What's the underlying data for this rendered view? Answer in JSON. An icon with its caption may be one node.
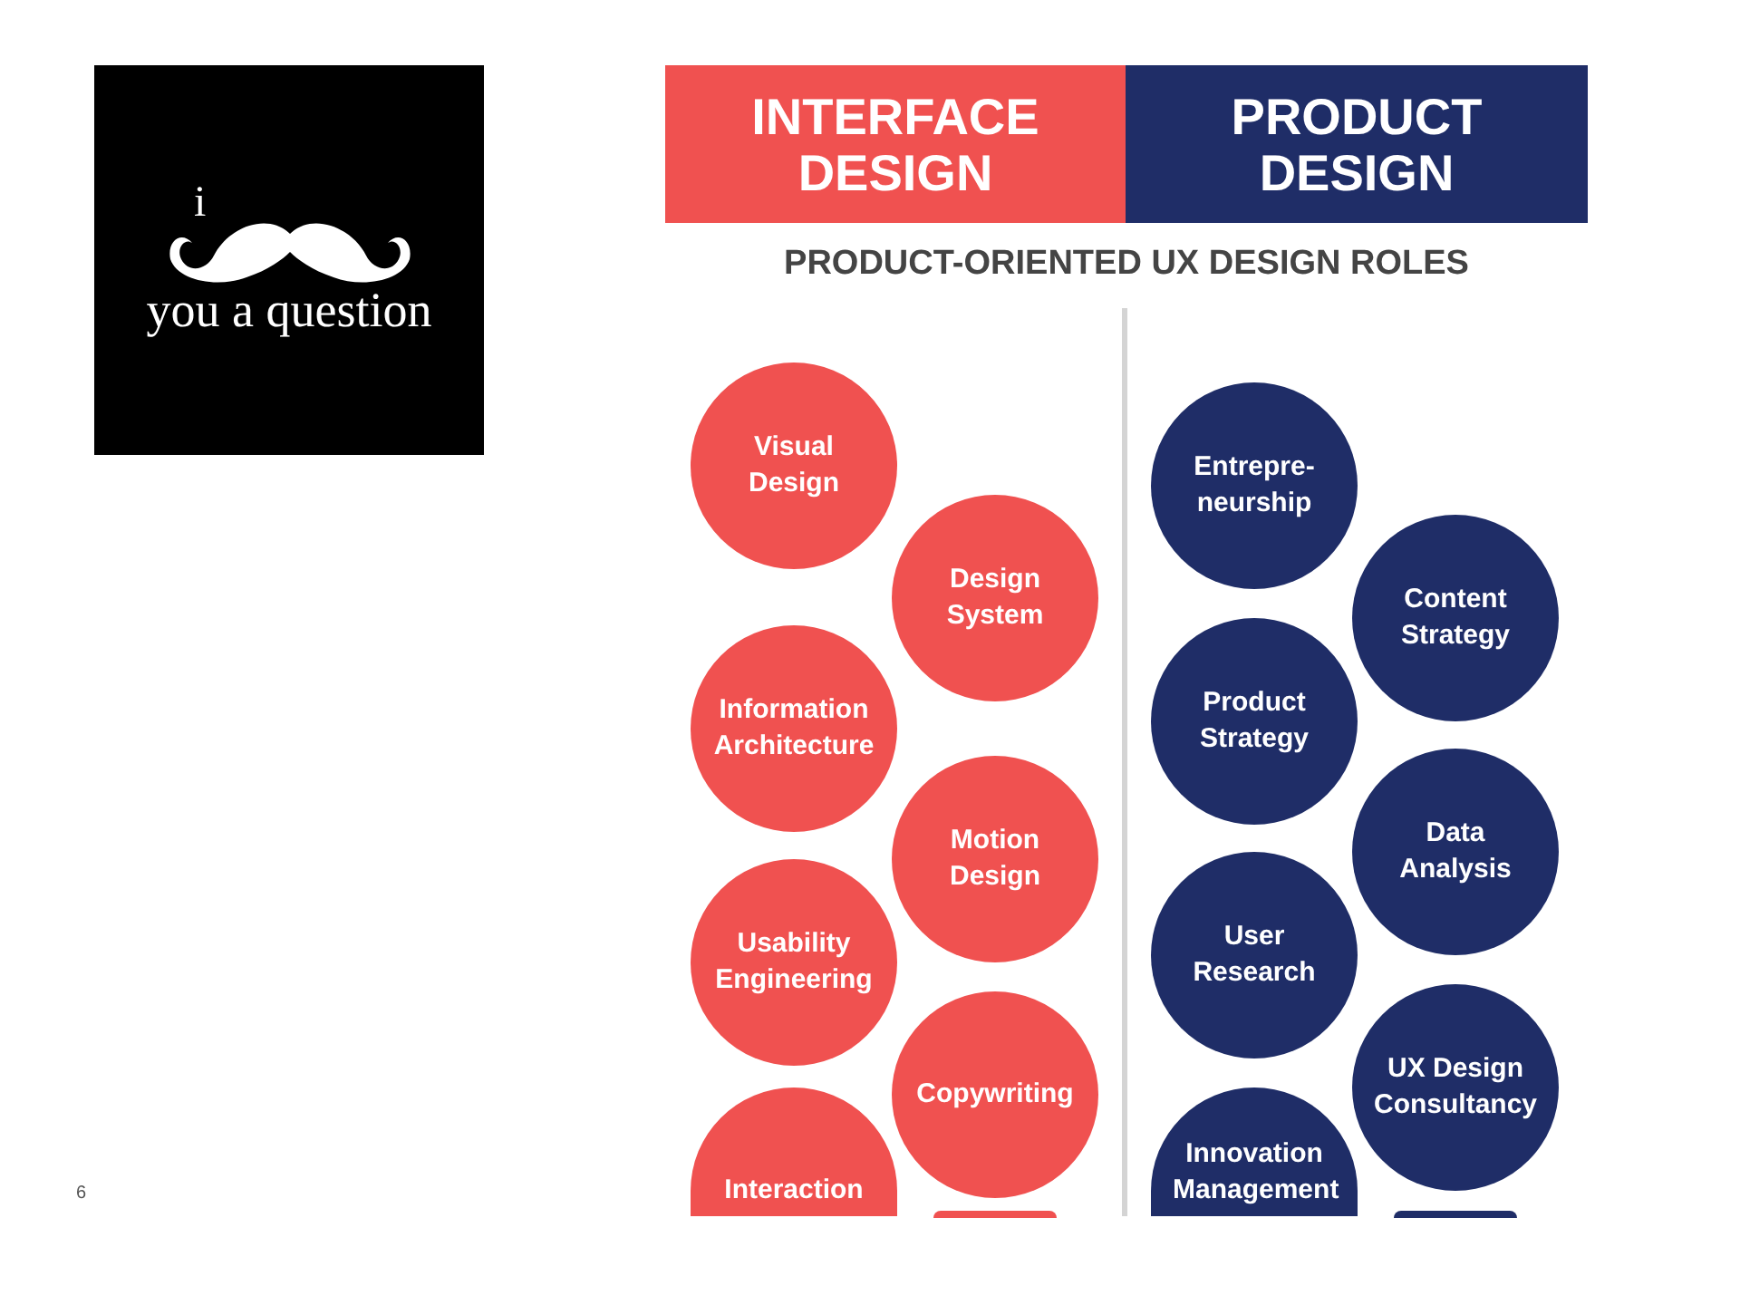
{
  "diagram": {
    "title": "PRODUCT-ORIENTED UX DESIGN ROLES",
    "nodes": [
      {
        "text": [
          "i",
          "you a question"
        ]
      },
      {
        "text": [
          "INTERFACE DESIGN"
        ]
      },
      {
        "text": [
          "PRODUCT DESIGN"
        ]
      },
      {
        "text": [
          "Visual Design"
        ]
      },
      {
        "text": [
          "Design System"
        ]
      },
      {
        "text": [
          "Information Architecture"
        ]
      },
      {
        "text": [
          "Motion Design"
        ]
      },
      {
        "text": [
          "Usability Engineering"
        ]
      },
      {
        "text": [
          "Copywriting"
        ]
      },
      {
        "text": [
          "Interaction"
        ]
      },
      {
        "text": [],
        "shape": "circle"
      },
      {
        "text": [
          "Entrepre- neurship"
        ]
      },
      {
        "text": [
          "Content Strategy"
        ]
      },
      {
        "text": [
          "Product Strategy"
        ]
      },
      {
        "text": [
          "Data Analysis"
        ]
      },
      {
        "text": [
          "User Research"
        ]
      },
      {
        "text": [
          "UX Design Consultancy"
        ]
      },
      {
        "text": [
          "Innovation Management"
        ]
      },
      {
        "text": [],
        "shape": "circle"
      }
    ],
    "edges": [],
    "labels": [
      "6"
    ]
  }
}
